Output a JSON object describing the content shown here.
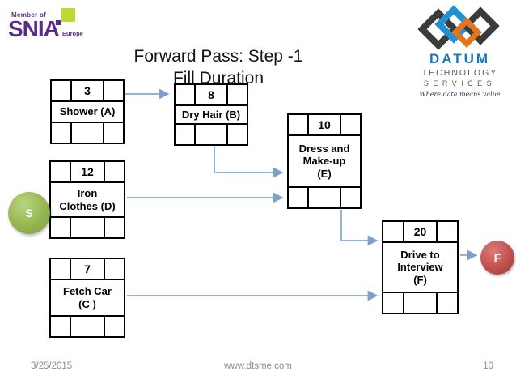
{
  "slide": {
    "title_line1": "Forward Pass: Step -1",
    "title_line2": "Fill Duration",
    "footer": {
      "date": "3/25/2015",
      "website": "www.dtsme.com",
      "page": "10"
    }
  },
  "logos": {
    "snia": {
      "member_of": "Member of",
      "name": "SNIA",
      "region": "Europe"
    },
    "datum": {
      "name": "DATUM",
      "line2": "TECHNOLOGY",
      "line3": "SERVICES",
      "tagline": "Where data means value"
    }
  },
  "terminals": {
    "start_label": "S",
    "finish_label": "F"
  },
  "nodes": [
    {
      "id": "A",
      "duration": "3",
      "label": "Shower (A)"
    },
    {
      "id": "B",
      "duration": "8",
      "label": "Dry Hair (B)"
    },
    {
      "id": "E",
      "duration": "10",
      "label": "Dress and\nMake-up\n(E)"
    },
    {
      "id": "D",
      "duration": "12",
      "label": "Iron\nClothes (D)"
    },
    {
      "id": "C",
      "duration": "7",
      "label": "Fetch Car\n(C )"
    },
    {
      "id": "F",
      "duration": "20",
      "label": "Drive to\nInterview\n(F)"
    }
  ],
  "edges": [
    {
      "from": "A",
      "to": "B"
    },
    {
      "from": "B",
      "to": "E"
    },
    {
      "from": "D",
      "to": "E"
    },
    {
      "from": "E",
      "to": "F"
    },
    {
      "from": "C",
      "to": "F"
    },
    {
      "from": "F",
      "to": "Finish"
    }
  ],
  "colors": {
    "connector": "#95b3d7",
    "start_node_green": "#94b64e",
    "finish_node_red": "#c0504d",
    "snia_purple": "#5a2c87",
    "datum_blue": "#1c75ba",
    "datum_orange": "#e0761f",
    "datum_dark": "#3b3b3b"
  }
}
